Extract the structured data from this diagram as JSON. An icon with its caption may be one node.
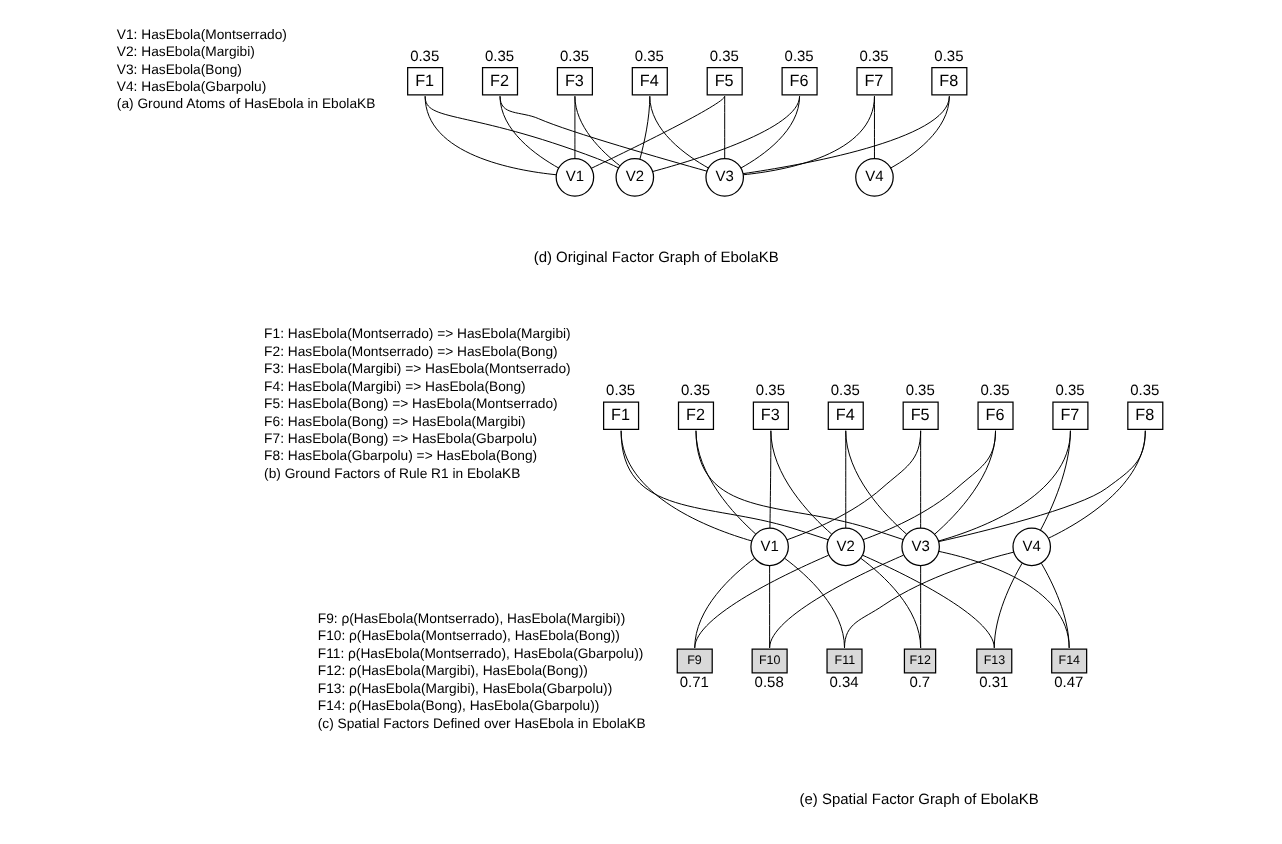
{
  "diagram": {
    "nodes": [
      {
        "text": [
          "F1"
        ],
        "beside": [
          "0.35"
        ]
      },
      {
        "text": [
          "F2"
        ],
        "beside": [
          "0.35"
        ]
      },
      {
        "text": [
          "F3"
        ],
        "beside": [
          "0.35"
        ]
      },
      {
        "text": [
          "F4"
        ],
        "beside": [
          "0.35"
        ]
      },
      {
        "text": [
          "F5"
        ],
        "beside": [
          "0.35"
        ]
      },
      {
        "text": [
          "F6"
        ],
        "beside": [
          "0.35"
        ]
      },
      {
        "text": [
          "F7"
        ],
        "beside": [
          "0.35"
        ]
      },
      {
        "text": [
          "F8"
        ],
        "beside": [
          "0.35"
        ]
      },
      {
        "text": [
          "V1"
        ]
      },
      {
        "text": [
          "V2"
        ]
      },
      {
        "text": [
          "V3"
        ]
      },
      {
        "text": [
          "V4"
        ]
      },
      {
        "text": [
          "F1"
        ],
        "beside": [
          "0.35"
        ]
      },
      {
        "text": [
          "F2"
        ],
        "beside": [
          "0.35"
        ]
      },
      {
        "text": [
          "F3"
        ],
        "beside": [
          "0.35"
        ]
      },
      {
        "text": [
          "F4"
        ],
        "beside": [
          "0.35"
        ]
      },
      {
        "text": [
          "F5"
        ],
        "beside": [
          "0.35"
        ]
      },
      {
        "text": [
          "F6"
        ],
        "beside": [
          "0.35"
        ]
      },
      {
        "text": [
          "F7"
        ],
        "beside": [
          "0.35"
        ]
      },
      {
        "text": [
          "F8"
        ],
        "beside": [
          "0.35"
        ]
      },
      {
        "text": [
          "V1"
        ]
      },
      {
        "text": [
          "V2"
        ]
      },
      {
        "text": [
          "V3"
        ]
      },
      {
        "text": [
          "V4"
        ]
      },
      {
        "text": [
          "F9"
        ],
        "beside": [
          "0.71"
        ]
      },
      {
        "text": [
          "F10"
        ],
        "beside": [
          "0.58"
        ]
      },
      {
        "text": [
          "F11"
        ],
        "beside": [
          "0.34"
        ]
      },
      {
        "text": [
          "F12"
        ],
        "beside": [
          "0.7"
        ]
      },
      {
        "text": [
          "F13"
        ],
        "beside": [
          "0.31"
        ]
      },
      {
        "text": [
          "F14"
        ],
        "beside": [
          "0.47"
        ]
      }
    ],
    "edges": [
      {
        "from": 0,
        "to": 8,
        "arrow": "none"
      },
      {
        "from": 0,
        "to": 9,
        "arrow": "none"
      },
      {
        "from": 1,
        "to": 8,
        "arrow": "none"
      },
      {
        "from": 1,
        "to": 10,
        "arrow": "none"
      },
      {
        "from": 2,
        "to": 8,
        "arrow": "none"
      },
      {
        "from": 2,
        "to": 9,
        "arrow": "none"
      },
      {
        "from": 3,
        "to": 9,
        "arrow": "none"
      },
      {
        "from": 3,
        "to": 10,
        "arrow": "none"
      },
      {
        "from": 4,
        "to": 8,
        "arrow": "none"
      },
      {
        "from": 4,
        "to": 10,
        "arrow": "none"
      },
      {
        "from": 5,
        "to": 9,
        "arrow": "none"
      },
      {
        "from": 5,
        "to": 10,
        "arrow": "none"
      },
      {
        "from": 6,
        "to": 10,
        "arrow": "none"
      },
      {
        "from": 6,
        "to": 11,
        "arrow": "none"
      },
      {
        "from": 7,
        "to": 10,
        "arrow": "none"
      },
      {
        "from": 7,
        "to": 11,
        "arrow": "none"
      },
      {
        "from": 12,
        "to": 20,
        "arrow": "none"
      },
      {
        "from": 12,
        "to": 21,
        "arrow": "none"
      },
      {
        "from": 13,
        "to": 20,
        "arrow": "none"
      },
      {
        "from": 13,
        "to": 22,
        "arrow": "none"
      },
      {
        "from": 14,
        "to": 20,
        "arrow": "none"
      },
      {
        "from": 14,
        "to": 21,
        "arrow": "none"
      },
      {
        "from": 15,
        "to": 21,
        "arrow": "none"
      },
      {
        "from": 15,
        "to": 22,
        "arrow": "none"
      },
      {
        "from": 16,
        "to": 20,
        "arrow": "none"
      },
      {
        "from": 16,
        "to": 22,
        "arrow": "none"
      },
      {
        "from": 17,
        "to": 21,
        "arrow": "none"
      },
      {
        "from": 17,
        "to": 22,
        "arrow": "none"
      },
      {
        "from": 18,
        "to": 22,
        "arrow": "none"
      },
      {
        "from": 18,
        "to": 23,
        "arrow": "none"
      },
      {
        "from": 19,
        "to": 22,
        "arrow": "none"
      },
      {
        "from": 19,
        "to": 23,
        "arrow": "none"
      },
      {
        "from": 20,
        "to": 24,
        "arrow": "none"
      },
      {
        "from": 21,
        "to": 24,
        "arrow": "none"
      },
      {
        "from": 20,
        "to": 25,
        "arrow": "none"
      },
      {
        "from": 22,
        "to": 25,
        "arrow": "none"
      },
      {
        "from": 20,
        "to": 26,
        "arrow": "none"
      },
      {
        "from": 23,
        "to": 26,
        "arrow": "none"
      },
      {
        "from": 21,
        "to": 27,
        "arrow": "none"
      },
      {
        "from": 22,
        "to": 27,
        "arrow": "none"
      },
      {
        "from": 21,
        "to": 28,
        "arrow": "none"
      },
      {
        "from": 23,
        "to": 28,
        "arrow": "none"
      },
      {
        "from": 22,
        "to": 29,
        "arrow": "none"
      },
      {
        "from": 23,
        "to": 29,
        "arrow": "none"
      }
    ],
    "labels": [
      "V1: HasEbola(Montserrado)",
      "V2: HasEbola(Margibi)",
      "V3: HasEbola(Bong)",
      "V4: HasEbola(Gbarpolu)",
      "(a) Ground Atoms of HasEbola in EbolaKB",
      "F1: HasEbola(Montserrado) => HasEbola(Margibi)",
      "F2: HasEbola(Montserrado) => HasEbola(Bong)",
      "F3: HasEbola(Margibi) => HasEbola(Montserrado)",
      "F4: HasEbola(Margibi) => HasEbola(Bong)",
      "F5: HasEbola(Bong) => HasEbola(Montserrado)",
      "F6: HasEbola(Bong) => HasEbola(Margibi)",
      "F7: HasEbola(Bong) => HasEbola(Gbarpolu)",
      "F8: HasEbola(Gbarpolu) => HasEbola(Bong)",
      "(b) Ground Factors of Rule R1 in EbolaKB",
      "F9: ρ(HasEbola(Montserrado), HasEbola(Margibi))",
      "F10: ρ(HasEbola(Montserrado), HasEbola(Bong))",
      "F11: ρ(HasEbola(Montserrado), HasEbola(Gbarpolu))",
      "F12: ρ(HasEbola(Margibi), HasEbola(Bong))",
      "F13: ρ(HasEbola(Margibi), HasEbola(Gbarpolu))",
      "F14: ρ(HasEbola(Bong), HasEbola(Gbarpolu))",
      "(c) Spatial Factors Defined over HasEbola in EbolaKB",
      "(d) Original Factor Graph of EbolaKB",
      "(e) Spatial Factor Graph of EbolaKB"
    ]
  }
}
